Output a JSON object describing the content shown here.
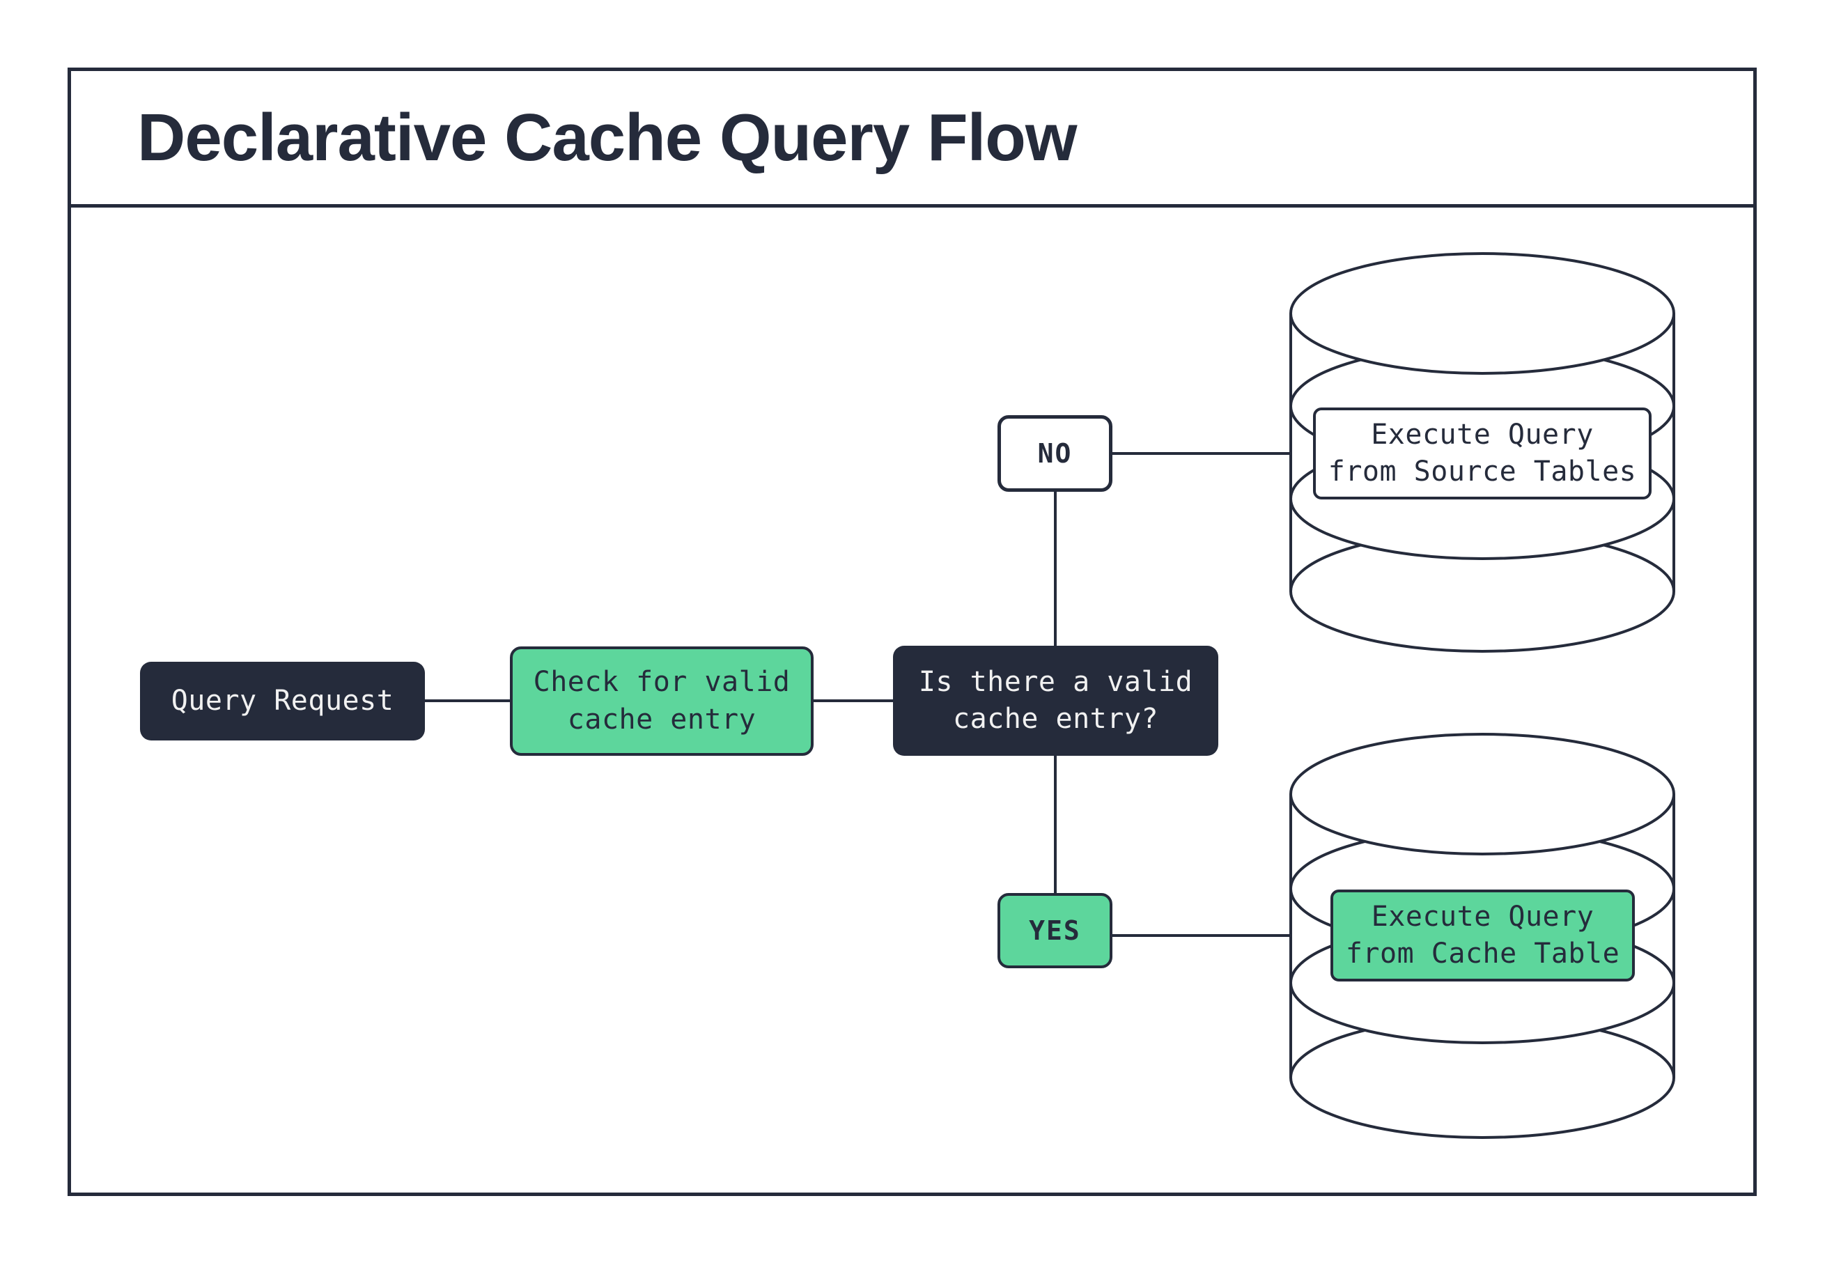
{
  "diagram": {
    "title": "Declarative Cache Query Flow"
  },
  "nodes": {
    "query_request": {
      "label": "Query Request"
    },
    "check_cache": {
      "label": "Check for valid\ncache entry"
    },
    "decision": {
      "label": "Is there a valid\ncache entry?"
    },
    "no_branch": {
      "label": "NO"
    },
    "yes_branch": {
      "label": "YES"
    },
    "execute_source": {
      "label": "Execute Query\nfrom Source Tables"
    },
    "execute_cache": {
      "label": "Execute Query\nfrom Cache Table"
    }
  },
  "colors": {
    "dark_navy": "#252b3b",
    "green": "#5dd69c",
    "light_text": "#f1f1f1",
    "white": "#ffffff"
  }
}
